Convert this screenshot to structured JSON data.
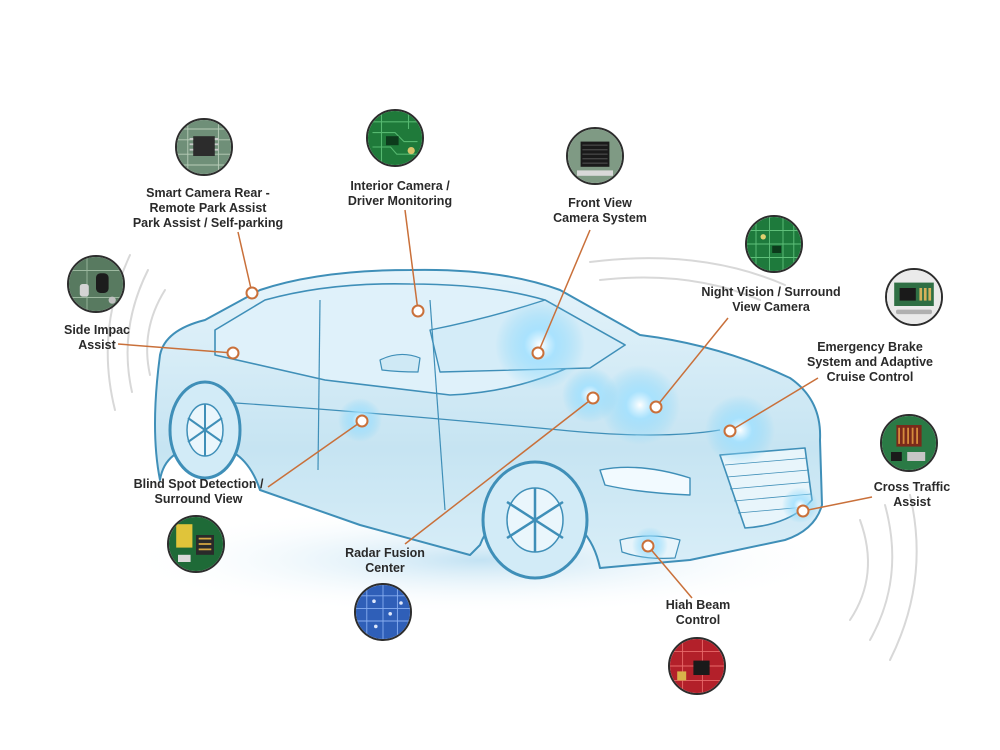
{
  "colors": {
    "callout_line": "#c9703a",
    "callout_dot_fill": "#ffffff",
    "car_outline": "#3f8fb8",
    "car_fill": "#cfe9f5",
    "glow": "#7fd3f7",
    "label_text": "#2a2a2a"
  },
  "features": [
    {
      "id": "smart-camera-rear",
      "lines": [
        "Smart Camera Rear -",
        "Remote Park Assist",
        "Park Assist / Self-parking"
      ],
      "icon": "green-pcb-chip-icon"
    },
    {
      "id": "interior-camera",
      "lines": [
        "Interior Camera /",
        "Driver Monitoring"
      ],
      "icon": "green-pcb-board-icon"
    },
    {
      "id": "front-view-camera",
      "lines": [
        "Front View",
        "Camera System"
      ],
      "icon": "black-heatsink-chip-icon"
    },
    {
      "id": "night-vision",
      "lines": [
        "Night Vision / Surround",
        "View Camera"
      ],
      "icon": "green-pcb-board-icon"
    },
    {
      "id": "side-impact",
      "lines": [
        "Side Impac",
        "Assist"
      ],
      "icon": "pcb-capacitor-icon"
    },
    {
      "id": "emergency-brake",
      "lines": [
        "Emergency Brake",
        "System and Adaptive",
        "Cruise Control"
      ],
      "icon": "pcb-connector-icon"
    },
    {
      "id": "blind-spot",
      "lines": [
        "Blind Spot Detection /",
        "Surround View"
      ],
      "icon": "pcb-inductor-icon"
    },
    {
      "id": "cross-traffic",
      "lines": [
        "Cross Traffic",
        "Assist"
      ],
      "icon": "pcb-coil-icon"
    },
    {
      "id": "radar-fusion",
      "lines": [
        "Radar Fusion",
        "Center"
      ],
      "icon": "blue-pcb-board-icon"
    },
    {
      "id": "high-beam",
      "lines": [
        "Hiah Beam",
        "Control"
      ],
      "icon": "red-pcb-board-icon"
    }
  ]
}
